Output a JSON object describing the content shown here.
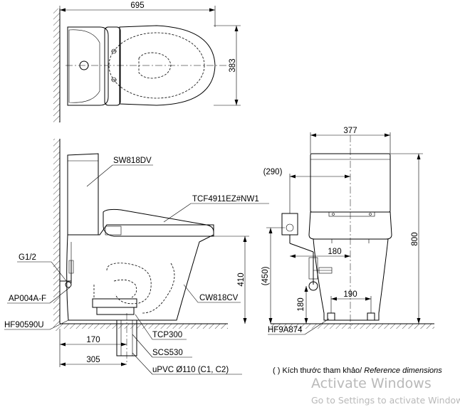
{
  "dimensions": {
    "top_width": "695",
    "top_depth": "383",
    "front_width": "377",
    "offset_290": "(290)",
    "height_800": "800",
    "height_450": "(450)",
    "height_410": "410",
    "inlet_180_h": "180",
    "inlet_180_v": "180",
    "feet_190": "190",
    "rough_in_170": "170",
    "rough_in_305": "305"
  },
  "parts": {
    "tank": "SW818DV",
    "seat": "TCF4911EZ#NW1",
    "valve": "G1/2",
    "hose": "AP004A-F",
    "washer": "HF90590U",
    "bowl": "CW818CV",
    "flange": "TCP300",
    "gasket": "SCS530",
    "pipe": "uPVC Ø110 (C1, C2)",
    "anchor": "HF9A874"
  },
  "note": {
    "prefix": "( ) Kích thước tham khảo/ ",
    "italic": "Reference dimensions"
  },
  "watermark": {
    "title": "Activate Windows",
    "subtitle": "Go to Settings to activate Windows."
  }
}
